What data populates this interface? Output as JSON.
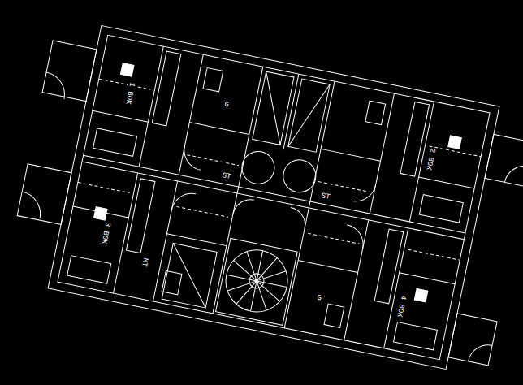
{
  "diagram": {
    "labels": [
      "1 BOK",
      "2 BOK",
      "3 BOK",
      "4 BOK",
      "ST",
      "ST",
      "MT",
      "G",
      "G"
    ]
  }
}
